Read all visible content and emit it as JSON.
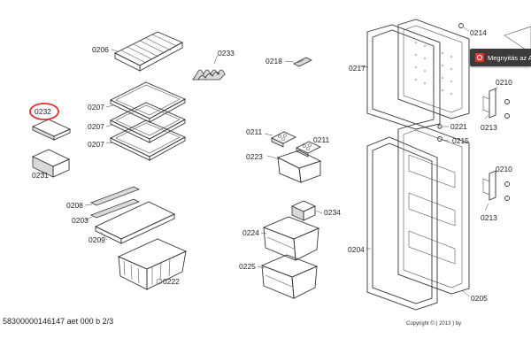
{
  "labels": {
    "p0206": "0206",
    "p0233": "0233",
    "p0232": "0232",
    "p0231": "0231",
    "p0207a": "0207",
    "p0207b": "0207",
    "p0207c": "0207",
    "p0208": "0208",
    "p0203": "0203",
    "p0209": "0209",
    "p0222": "0222",
    "p0218": "0218",
    "p0211a": "0211",
    "p0211b": "0211",
    "p0223": "0223",
    "p0234": "0234",
    "p0224": "0224",
    "p0225": "0225",
    "p0217": "0217",
    "p0214": "0214",
    "p0221": "0221",
    "p0215": "0215",
    "p0204": "0204",
    "p0205": "0205",
    "p0210a": "0210",
    "p0213a": "0213",
    "p0210b": "0210",
    "p0213b": "0213"
  },
  "highlight": {
    "part": "0232",
    "color": "#e03030"
  },
  "footer": {
    "doc_id": "58300000146147 aet 000 b 2/3",
    "copyright": "Copyright © ( 2013 ) by"
  },
  "overlay": {
    "open_pdf_label": "Megnyitás az A",
    "icon": "pdf-icon"
  }
}
